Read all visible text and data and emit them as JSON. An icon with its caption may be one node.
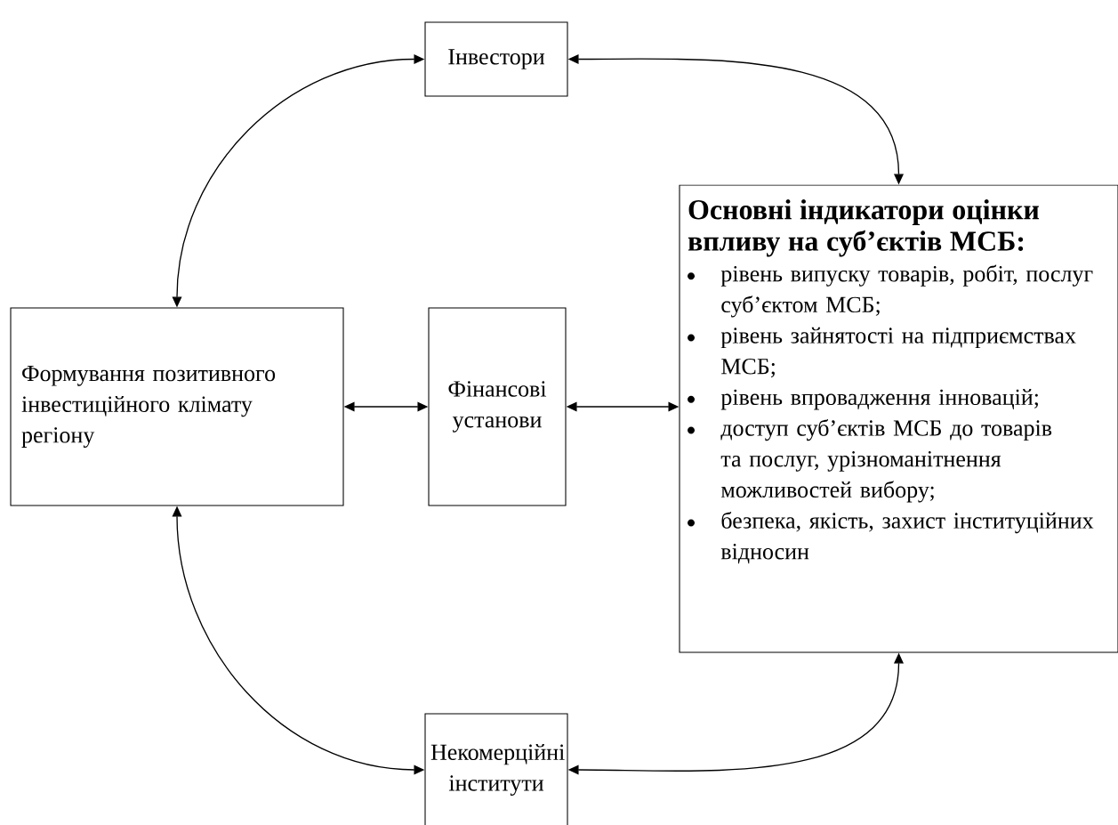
{
  "diagram": {
    "nodes": [
      {
        "text": [
          "Інвестори"
        ]
      },
      {
        "text": [
          "Формування позитивного інвестиційного клімату регіону"
        ]
      },
      {
        "text": [
          "Фінансові установи"
        ]
      },
      {
        "text": [
          "Основні індикатори оцінки впливу на суб’єктів МСБ:",
          "рівень випуску товарів, робіт, послуг суб’єктом МСБ;",
          "рівень зайнятості на підприємствах МСБ;",
          "рівень впровадження інновацій;",
          "доступ суб’єктів МСБ до товарів та послуг, урізноманітнення можливостей вибору;",
          "безпека, якість, захист інституційних відносин"
        ]
      },
      {
        "text": [
          "Некомерційні інститути"
        ]
      }
    ],
    "edges": [
      {
        "from": 0,
        "to": 1,
        "arrow": "both"
      },
      {
        "from": 0,
        "to": 3,
        "arrow": "both"
      },
      {
        "from": 1,
        "to": 2,
        "arrow": "both"
      },
      {
        "from": 2,
        "to": 3,
        "arrow": "both"
      },
      {
        "from": 1,
        "to": 4,
        "arrow": "both"
      },
      {
        "from": 4,
        "to": 3,
        "arrow": "both"
      }
    ]
  }
}
